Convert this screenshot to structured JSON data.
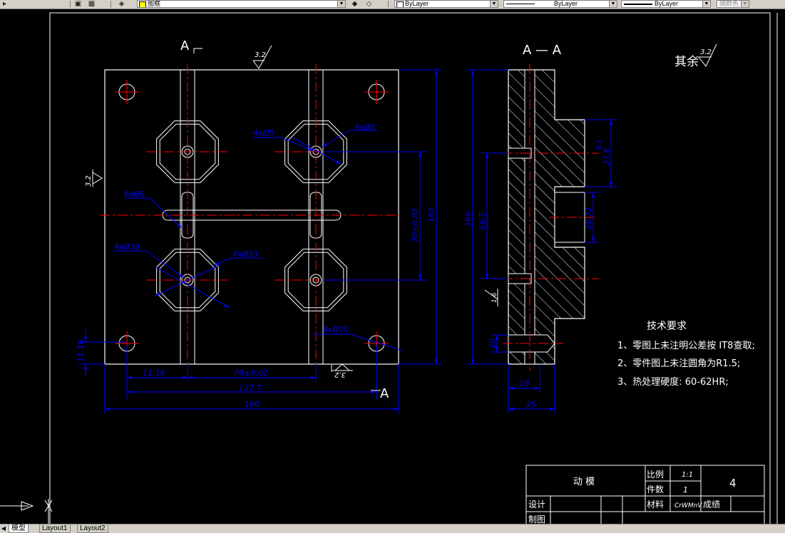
{
  "toolbar": {
    "layer_combo": "图框",
    "color_combo": "ByLayer",
    "linetype_combo": "ByLayer",
    "lineweight_combo": "ByLayer",
    "plotstyle_combo": "随颜色"
  },
  "tabs": {
    "model": "模型",
    "layout1": "Layout1",
    "layout2": "Layout2"
  },
  "drawing": {
    "section_mark_left": "A",
    "section_mark_bottom": "A",
    "section_title": "A — A",
    "roughness_32": "3.2",
    "roughness_16": "1.6",
    "other_label": "其余",
    "other_roughness": "3.2"
  },
  "front_view_dims": {
    "hole_4x5": "4xØ5",
    "hole_4x8": "4xØ8",
    "hole_6x6": "6xØ6",
    "hole_4x36": "4xØ36",
    "hole_4x33": "4xØ33",
    "hole_4x10": "4xØ10",
    "dim_11_16_v": "11.16",
    "dim_11_16_h": "11.16",
    "dim_70_h": "70±0.02",
    "dim_137_7": "137.7",
    "dim_160_h": "160",
    "dim_70_v": "70±0.02",
    "dim_160_v": "160"
  },
  "section_view_dims": {
    "dim_160": "160",
    "dim_69_5": "69.5",
    "dim_37_6": "37.6",
    "dim_8_1": "8.1",
    "dim_30_73": "30.73",
    "dim_20": "20",
    "dim_19": "19",
    "dim_25": "25"
  },
  "tech_requirements": {
    "title": "技术要求",
    "items": [
      "1、零图上未注明公差按 IT8查取;",
      "2、零件图上未注圆角为R1.5;",
      "3、热处理硬度: 60-62HR;"
    ]
  },
  "title_block": {
    "part_name": "动  模",
    "scale_label": "比例",
    "scale_value": "1:1",
    "qty_label": "件数",
    "qty_value": "1",
    "material_label": "材料",
    "material_value": "CrWMnV",
    "grade_label": "成绩",
    "design_label": "设计",
    "draw_label": "制图",
    "sheet_no": "4"
  },
  "colors": {
    "background": "#000000",
    "outline": "#ffffff",
    "dimension": "#0000ff",
    "centerline": "#ff0000",
    "toolbar": "#d4d0c8"
  }
}
